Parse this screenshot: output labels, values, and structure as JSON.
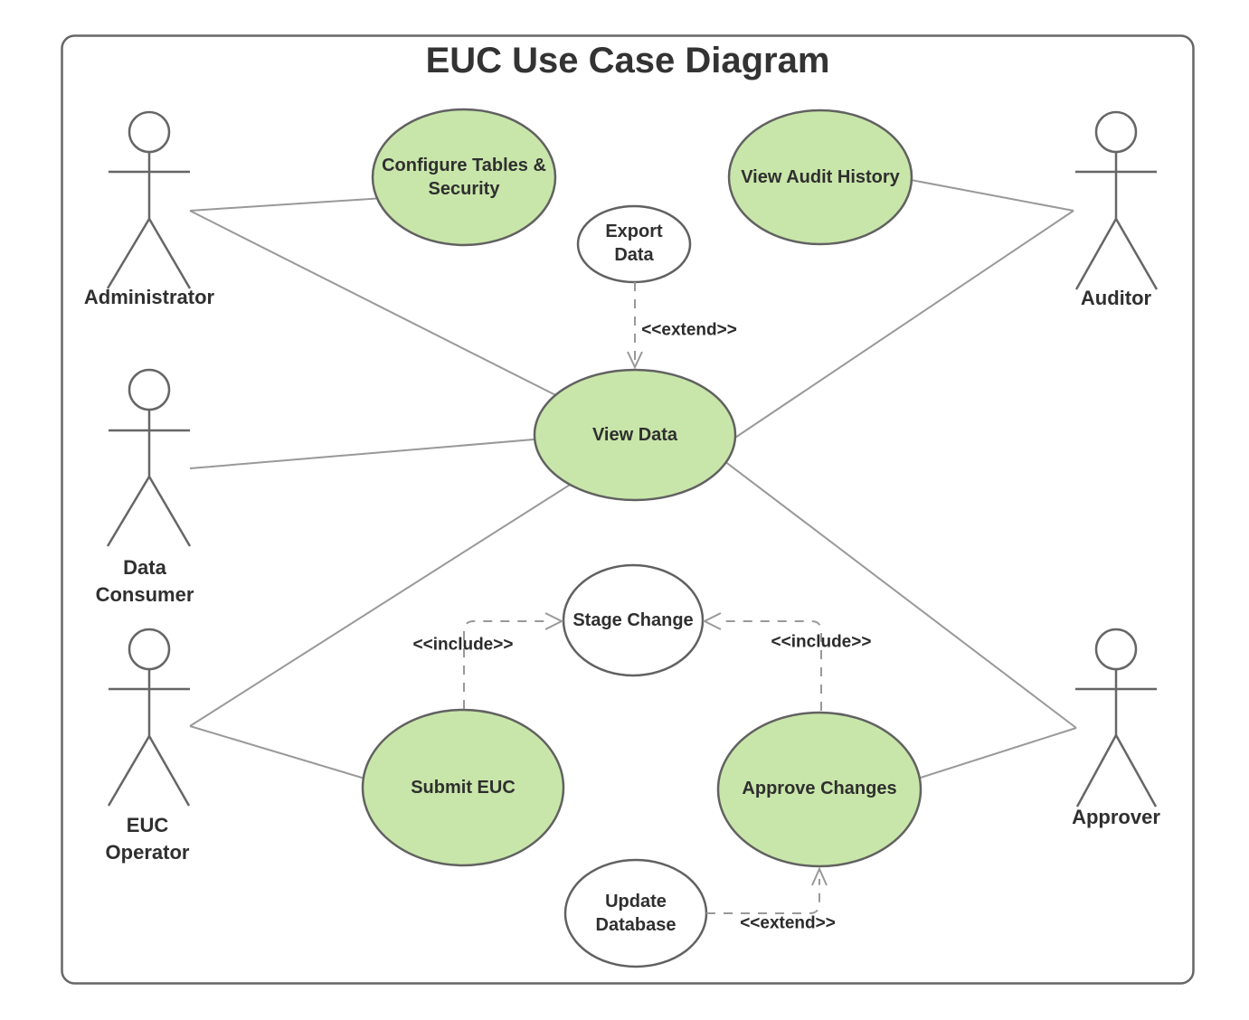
{
  "title": "EUC Use Case Diagram",
  "actors": [
    {
      "id": "administrator",
      "label": "Administrator"
    },
    {
      "id": "data-consumer",
      "label": "Data\nConsumer"
    },
    {
      "id": "euc-operator",
      "label": "EUC\nOperator"
    },
    {
      "id": "auditor",
      "label": "Auditor"
    },
    {
      "id": "approver",
      "label": "Approver"
    }
  ],
  "use_cases": [
    {
      "id": "configure-tables-security",
      "label": "Configure Tables &\nSecurity",
      "fill": "green"
    },
    {
      "id": "view-audit-history",
      "label": "View Audit History",
      "fill": "green"
    },
    {
      "id": "export-data",
      "label": "Export\nData",
      "fill": "white"
    },
    {
      "id": "view-data",
      "label": "View Data",
      "fill": "green"
    },
    {
      "id": "stage-change",
      "label": "Stage Change",
      "fill": "white"
    },
    {
      "id": "submit-euc",
      "label": "Submit EUC",
      "fill": "green"
    },
    {
      "id": "approve-changes",
      "label": "Approve Changes",
      "fill": "green"
    },
    {
      "id": "update-database",
      "label": "Update\nDatabase",
      "fill": "white"
    }
  ],
  "stereotypes": {
    "extend_top": "<<extend>>",
    "include_left": "<<include>>",
    "include_right": "<<include>>",
    "extend_bottom": "<<extend>>"
  },
  "relationships": [
    {
      "from": "Administrator",
      "to": "Configure Tables & Security",
      "type": "association"
    },
    {
      "from": "Administrator",
      "to": "View Data",
      "type": "association"
    },
    {
      "from": "Data Consumer",
      "to": "View Data",
      "type": "association"
    },
    {
      "from": "EUC Operator",
      "to": "View Data",
      "type": "association"
    },
    {
      "from": "EUC Operator",
      "to": "Submit EUC",
      "type": "association"
    },
    {
      "from": "Auditor",
      "to": "View Audit History",
      "type": "association"
    },
    {
      "from": "Auditor",
      "to": "View Data",
      "type": "association"
    },
    {
      "from": "Approver",
      "to": "View Data",
      "type": "association"
    },
    {
      "from": "Approver",
      "to": "Approve Changes",
      "type": "association"
    },
    {
      "from": "Export Data",
      "to": "View Data",
      "type": "extend",
      "label": "<<extend>>"
    },
    {
      "from": "Submit EUC",
      "to": "Stage Change",
      "type": "include",
      "label": "<<include>>"
    },
    {
      "from": "Approve Changes",
      "to": "Stage Change",
      "type": "include",
      "label": "<<include>>"
    },
    {
      "from": "Update Database",
      "to": "Approve Changes",
      "type": "extend",
      "label": "<<extend>>"
    }
  ],
  "colors": {
    "green": "#c9e6aa",
    "white": "#ffffff",
    "node_stroke": "#616161",
    "connector": "#999999",
    "text": "#2f2f2f"
  }
}
